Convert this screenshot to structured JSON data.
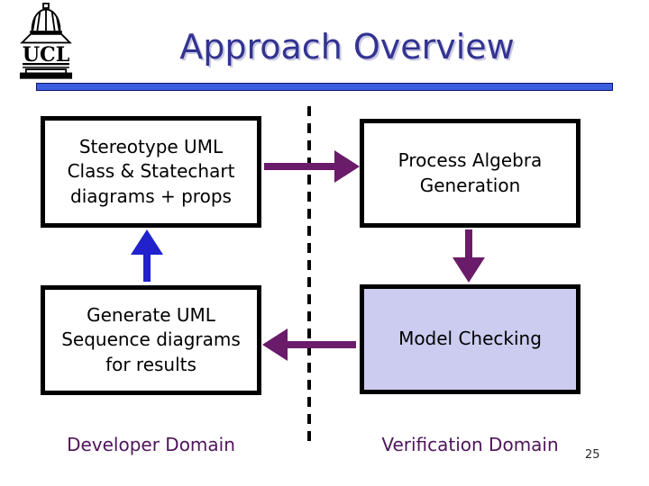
{
  "slide": {
    "title": "Approach Overview",
    "page_number": "25"
  },
  "logo": {
    "name": "UCL portico logo",
    "text": "UCL"
  },
  "colors": {
    "title_blue": "#333391",
    "title_shadow": "#c9c9e2",
    "bar_blue": "#3b5ee0",
    "bar_border": "#14146a",
    "arrow_purple": "#6a1b6a",
    "arrow_blue": "#2222cc",
    "domain_purple": "#4f145b",
    "model_box_bg": "#ccccf0",
    "box_border": "#000000"
  },
  "diagram": {
    "boxes": [
      {
        "id": "stereotype-uml",
        "label": "Stereotype UML\nClass & Statechart\ndiagrams + props",
        "fill": "#ffffff"
      },
      {
        "id": "process-algebra",
        "label": "Process Algebra\nGeneration",
        "fill": "#ffffff"
      },
      {
        "id": "generate-sequence",
        "label": "Generate UML\nSequence diagrams\nfor results",
        "fill": "#ffffff"
      },
      {
        "id": "model-checking",
        "label": "Model Checking",
        "fill": "#ccccf0"
      }
    ],
    "arrows": [
      {
        "from": "stereotype-uml",
        "to": "process-algebra",
        "direction": "right",
        "color": "#6a1b6a"
      },
      {
        "from": "process-algebra",
        "to": "model-checking",
        "direction": "down",
        "color": "#6a1b6a"
      },
      {
        "from": "model-checking",
        "to": "generate-sequence",
        "direction": "left",
        "color": "#6a1b6a"
      },
      {
        "from": "generate-sequence",
        "to": "stereotype-uml",
        "direction": "up",
        "color": "#2222cc"
      }
    ],
    "divider": {
      "style": "dashed",
      "orientation": "vertical"
    },
    "domains": {
      "left": "Developer Domain",
      "right": "Verification Domain"
    }
  }
}
